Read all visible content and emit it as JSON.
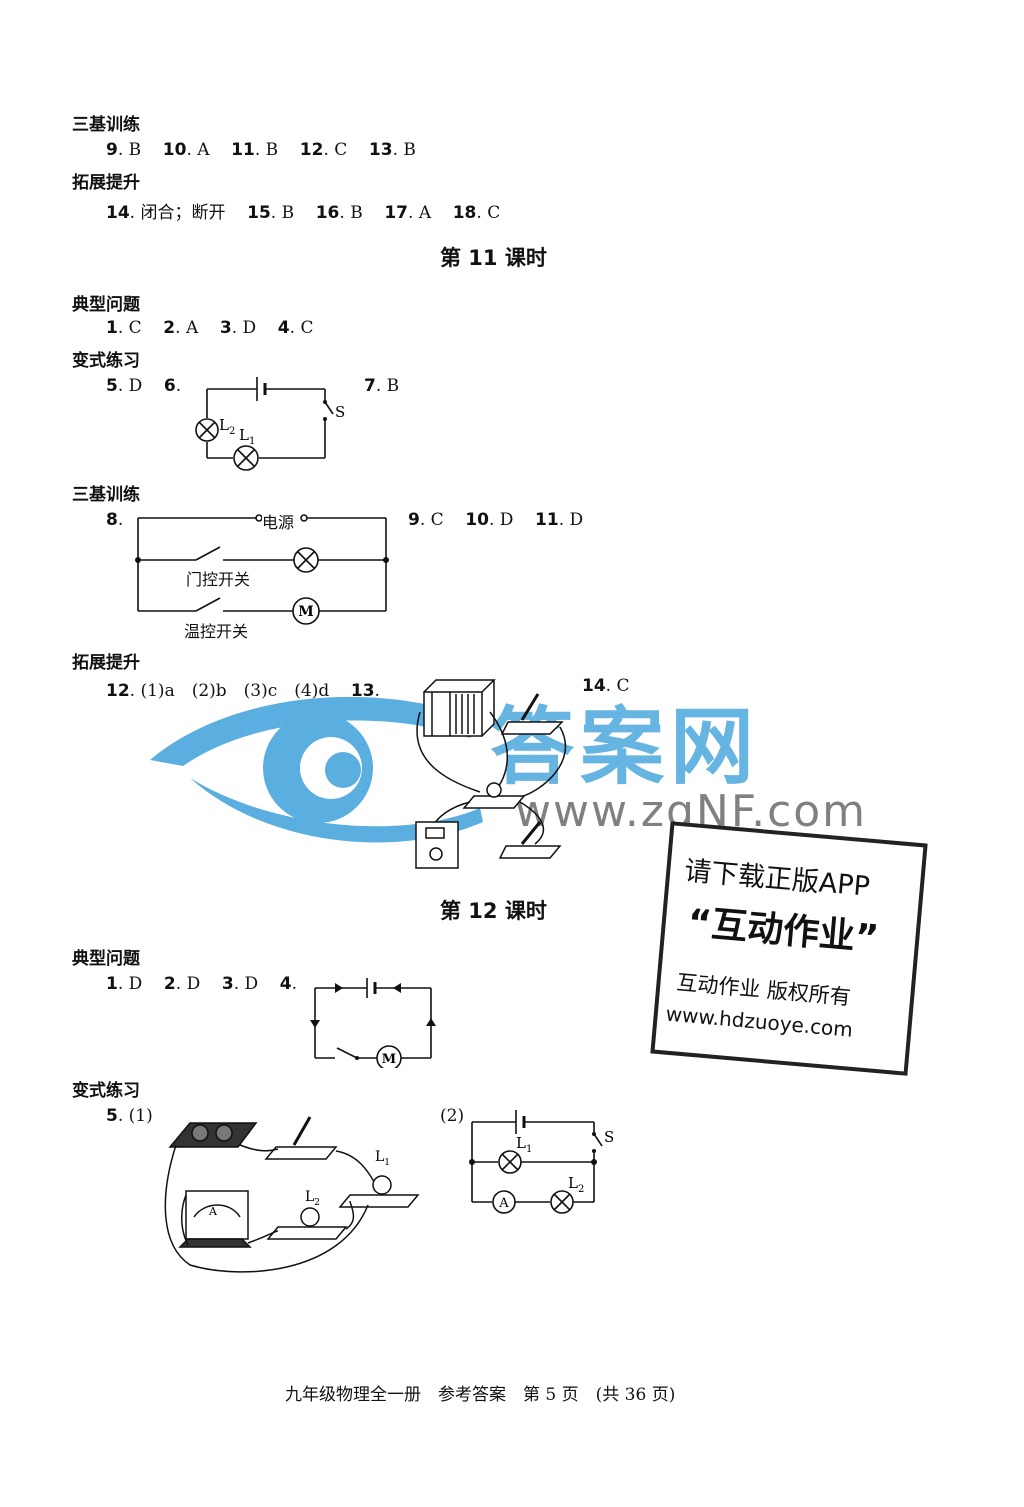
{
  "sec1": {
    "h_sanji": "三基训练",
    "l9": "9",
    "a9": "B",
    "l10": "10",
    "a10": "A",
    "l11": "11",
    "a11": "B",
    "l12": "12",
    "a12": "C",
    "l13": "13",
    "a13": "B",
    "h_tuozhan": "拓展提升",
    "l14": "14",
    "a14": "闭合；断开",
    "l15": "15",
    "a15": "B",
    "l16": "16",
    "a16": "B",
    "l17": "17",
    "a17": "A",
    "l18": "18",
    "a18": "C"
  },
  "lesson11": {
    "title": "第 11 课时",
    "h_dianxing": "典型问题",
    "l1": "1",
    "a1": "C",
    "l2": "2",
    "a2": "A",
    "l3": "3",
    "a3": "D",
    "l4": "4",
    "a4": "C",
    "h_bianshi": "变式练习",
    "l5": "5",
    "a5": "D",
    "l6": "6",
    "l7": "7",
    "a7": "B",
    "c6_L2": "L",
    "c6_L2_sub": "2",
    "c6_L1": "L",
    "c6_L1_sub": "1",
    "c6_S": "S",
    "h_sanji": "三基训练",
    "l8": "8",
    "c8_power": "电源",
    "c8_door": "门控开关",
    "c8_temp": "温控开关",
    "c8_motor": "M",
    "l9": "9",
    "a9": "C",
    "l10": "10",
    "a10": "D",
    "l11": "11",
    "a11": "D",
    "h_tuozhan": "拓展提升",
    "l12": "12",
    "a12": "(1)a　(2)b　(3)c　(4)d",
    "l13": "13",
    "l14": "14",
    "a14": "C"
  },
  "lesson12": {
    "title": "第 12 课时",
    "h_dianxing": "典型问题",
    "l1": "1",
    "a1": "D",
    "l2": "2",
    "a2": "D",
    "l3": "3",
    "a3": "D",
    "l4": "4",
    "c4_motor": "M",
    "h_bianshi": "变式练习",
    "l5": "5",
    "p1": "(1)",
    "p2": "(2)",
    "p1_L1": "L",
    "p1_L1_sub": "1",
    "p1_L2": "L",
    "p1_L2_sub": "2",
    "p1_meter": "A",
    "p2_L1": "L",
    "p2_L1_sub": "1",
    "p2_L2": "L",
    "p2_L2_sub": "2",
    "p2_S": "S",
    "p2_A": "A"
  },
  "watermark": {
    "chars": "答案网",
    "url": "www.zqNF.com",
    "color": "#5aaee0"
  },
  "stamp": {
    "line1": "请下载正版APP",
    "line2": "“互动作业”",
    "line3": "互动作业 版权所有",
    "line4": "www.hdzuoye.com"
  },
  "footer": {
    "text": "九年级物理全一册　参考答案　第 5 页　(共 36 页)"
  }
}
